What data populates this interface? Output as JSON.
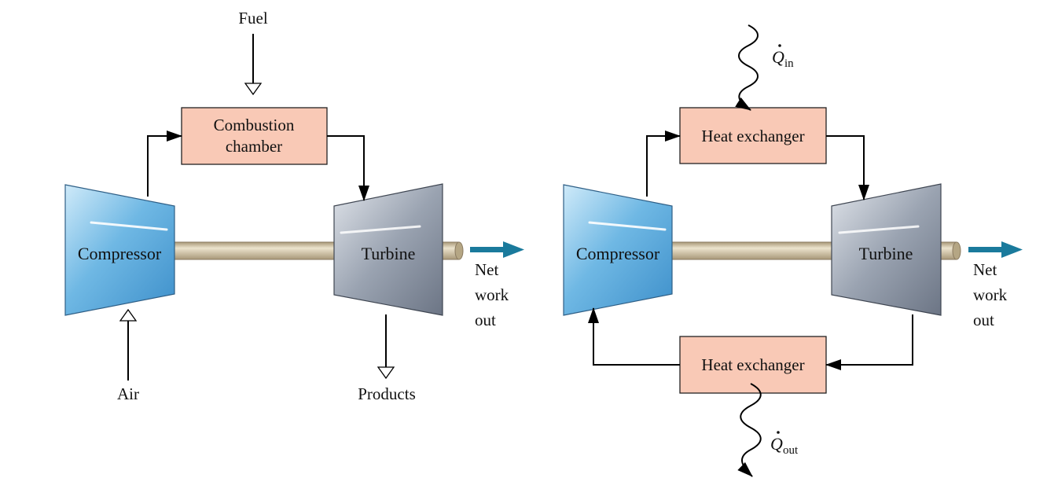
{
  "left_diagram": {
    "fuel_label": "Fuel",
    "combustion_line1": "Combustion",
    "combustion_line2": "chamber",
    "compressor_label": "Compressor",
    "turbine_label": "Turbine",
    "air_label": "Air",
    "products_label": "Products",
    "net_work_line1": "Net",
    "net_work_line2": "work",
    "net_work_line3": "out"
  },
  "right_diagram": {
    "q_in_symbol": "Q",
    "q_in_subscript": "in",
    "heat_exchanger_top_label": "Heat exchanger",
    "heat_exchanger_bottom_label": "Heat exchanger",
    "compressor_label": "Compressor",
    "turbine_label": "Turbine",
    "q_out_symbol": "Q",
    "q_out_subscript": "out",
    "net_work_line1": "Net",
    "net_work_line2": "work",
    "net_work_line3": "out"
  },
  "colors": {
    "box_fill": "#f9c9b6",
    "compressor": "#6fb8e4",
    "turbine": "#8e98a8",
    "work_arrow": "#1a7a9c",
    "shaft": "#cdbfa2"
  }
}
